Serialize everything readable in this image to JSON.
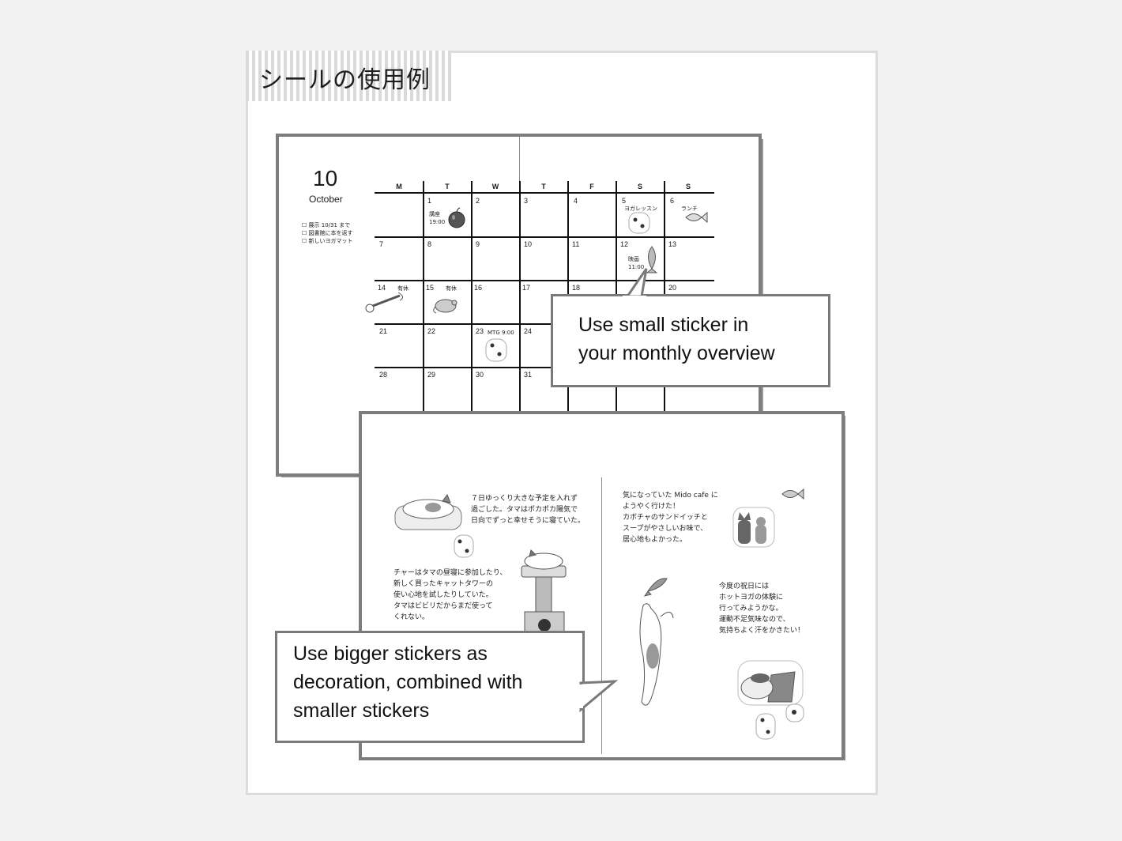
{
  "header": {
    "title": "シールの使用例"
  },
  "calendar": {
    "month_number": "10",
    "month_name": "October",
    "todos": [
      "展示 10/31 まで",
      "図書館に本を返す",
      "新しいヨガマット"
    ],
    "weekdays": [
      "M",
      "T",
      "W",
      "T",
      "F",
      "S",
      "S"
    ],
    "days": {
      "d1": "1",
      "d2": "2",
      "d3": "3",
      "d4": "4",
      "d5": "5",
      "d6": "6",
      "d7": "7",
      "d8": "8",
      "d9": "9",
      "d10": "10",
      "d11": "11",
      "d12": "12",
      "d13": "13",
      "d14": "14",
      "d15": "15",
      "d16": "16",
      "d17": "17",
      "d18": "18",
      "d20": "20",
      "d21": "21",
      "d22": "22",
      "d23": "23",
      "d24": "24",
      "d28": "28",
      "d29": "29",
      "d30": "30",
      "d31": "31"
    },
    "notes": {
      "n1": "講座\n19:00",
      "n5": "ヨガレッスン",
      "n6": "ランチ",
      "n12": "映画\n11:00",
      "n14": "有休",
      "n15": "有休",
      "n23": "MTG 9:00"
    }
  },
  "callout_small": "Use small sticker in\nyour monthly overview",
  "callout_big": "Use bigger stickers as\ndecoration, combined with\nsmaller stickers",
  "diary": {
    "p1": "７日ゆっくり大きな予定を入れず\n過ごした。タマはポカポカ陽気で\n日向でずっと幸せそうに寝ていた。",
    "p2": "チャーはタマの昼寝に参加したり、\n新しく買ったキャットタワーの\n使い心地を試したりしていた。\nタマはビビリだからまだ使って\nくれない。",
    "p3": "気になっていた Mido cafe に\nようやく行けた！\nカボチャのサンドイッチと\nスープがやさしいお味で、\n居心地もよかった。",
    "p4": "今度の祝日には\nホットヨガの体験に\n行ってみようかな。\n運動不足気味なので、\n気持ちよく汗をかきたい！"
  }
}
